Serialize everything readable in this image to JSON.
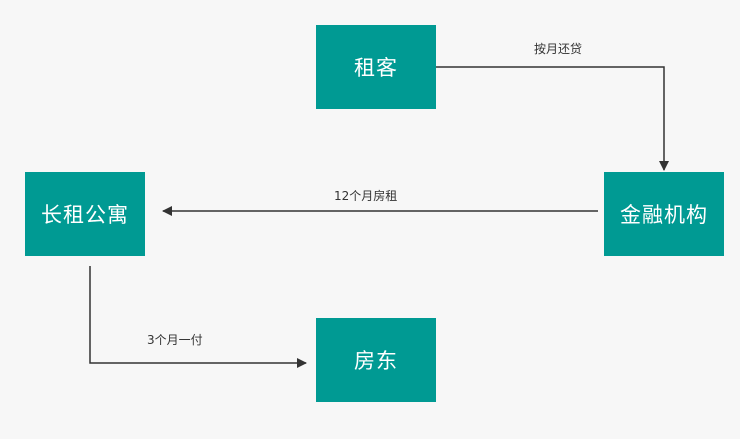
{
  "nodes": {
    "tenant": "租客",
    "finance": "金融机构",
    "apartment": "长租公寓",
    "landlord": "房东"
  },
  "edges": {
    "tenant_to_finance": "按月还贷",
    "finance_to_apartment": "12个月房租",
    "apartment_to_landlord": "3个月一付"
  },
  "colors": {
    "node_fill": "#009a93",
    "node_text": "#ffffff",
    "edge_line": "#333333",
    "background": "#f7f7f7"
  }
}
